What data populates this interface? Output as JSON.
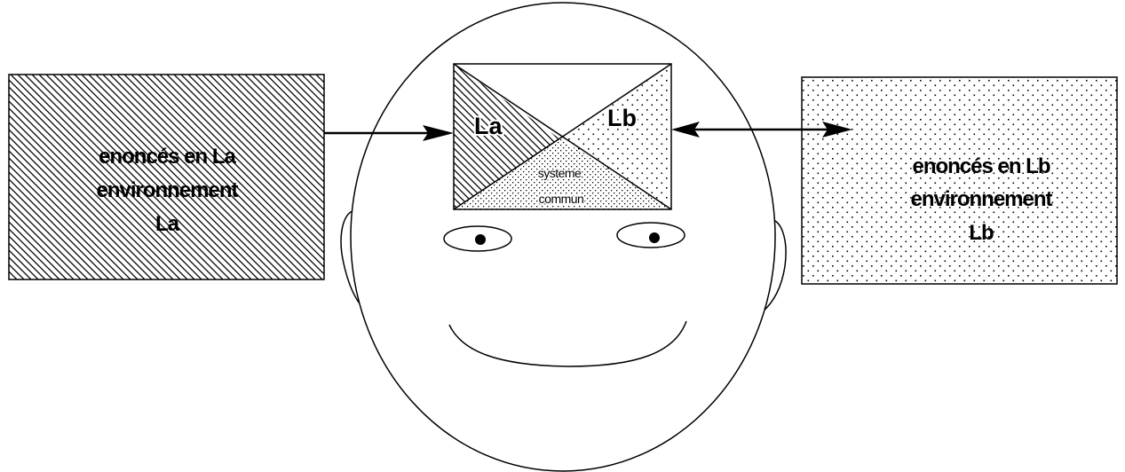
{
  "diagram": {
    "left_box": {
      "line1": "enoncés en La",
      "line2": "environnement",
      "line3": "La"
    },
    "right_box": {
      "line1": "enoncés en Lb",
      "line2": "environnement",
      "line3": "Lb"
    },
    "triangle_left_label": "La",
    "triangle_right_label": "Lb",
    "common_system": {
      "line1": "systeme",
      "line2": "commun"
    }
  }
}
